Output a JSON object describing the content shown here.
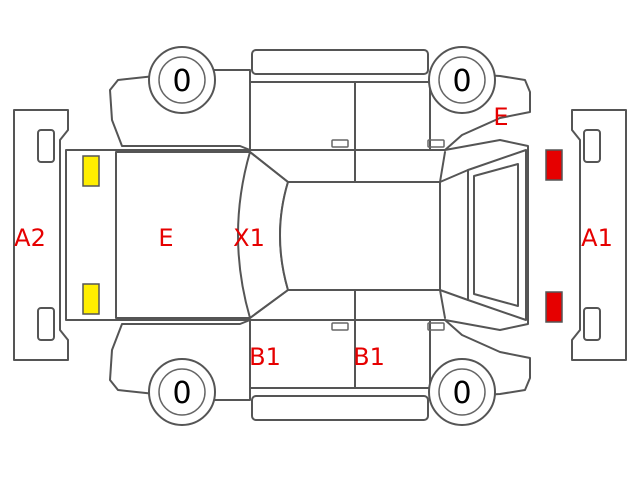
{
  "colors": {
    "mark_text": "#e60000",
    "outline": "#555555",
    "front_lamp": "#e60000",
    "rear_lamp": "#ffee00"
  },
  "tires": {
    "front_top": "0",
    "rear_top": "0",
    "front_bottom": "0",
    "rear_bottom": "0"
  },
  "marks": {
    "rear_bumper": "A2",
    "front_bumper": "A1",
    "trunk_lid": "E",
    "rear_window": "X1",
    "front_fender_top": "E",
    "rear_door_bottom": "B1",
    "front_door_bottom": "B1"
  }
}
